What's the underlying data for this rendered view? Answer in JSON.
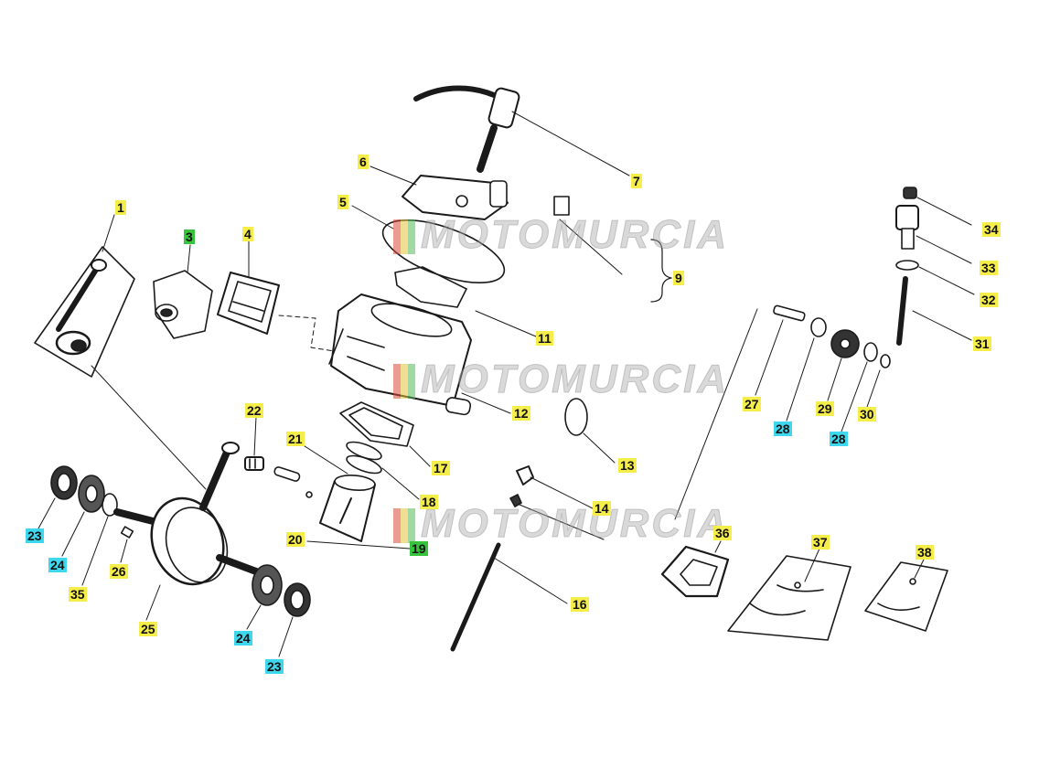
{
  "colors": {
    "yellow": "#f5ee4a",
    "cyan": "#3fd7ee",
    "green": "#37c43c",
    "ink": "#1a1a1a"
  },
  "watermark": {
    "text": "MOTOMURCIA",
    "stripe_colors": [
      "#d94a3a",
      "#e8c33a",
      "#55b855"
    ]
  },
  "labels": [
    {
      "id": "1",
      "text": "1",
      "tone": "yellow"
    },
    {
      "id": "3",
      "text": "3",
      "tone": "green"
    },
    {
      "id": "4",
      "text": "4",
      "tone": "yellow"
    },
    {
      "id": "5",
      "text": "5",
      "tone": "yellow"
    },
    {
      "id": "6",
      "text": "6",
      "tone": "yellow"
    },
    {
      "id": "7",
      "text": "7",
      "tone": "yellow"
    },
    {
      "id": "9",
      "text": "9",
      "tone": "yellow"
    },
    {
      "id": "11",
      "text": "11",
      "tone": "yellow"
    },
    {
      "id": "12",
      "text": "12",
      "tone": "yellow"
    },
    {
      "id": "13",
      "text": "13",
      "tone": "yellow"
    },
    {
      "id": "14",
      "text": "14",
      "tone": "yellow"
    },
    {
      "id": "16",
      "text": "16",
      "tone": "yellow"
    },
    {
      "id": "17",
      "text": "17",
      "tone": "yellow"
    },
    {
      "id": "18",
      "text": "18",
      "tone": "yellow"
    },
    {
      "id": "19",
      "text": "19",
      "tone": "green"
    },
    {
      "id": "20",
      "text": "20",
      "tone": "yellow"
    },
    {
      "id": "21",
      "text": "21",
      "tone": "yellow"
    },
    {
      "id": "22",
      "text": "22",
      "tone": "yellow"
    },
    {
      "id": "23a",
      "text": "23",
      "tone": "cyan"
    },
    {
      "id": "24a",
      "text": "24",
      "tone": "cyan"
    },
    {
      "id": "35",
      "text": "35",
      "tone": "yellow"
    },
    {
      "id": "26",
      "text": "26",
      "tone": "yellow"
    },
    {
      "id": "25",
      "text": "25",
      "tone": "yellow"
    },
    {
      "id": "24b",
      "text": "24",
      "tone": "cyan"
    },
    {
      "id": "23b",
      "text": "23",
      "tone": "cyan"
    },
    {
      "id": "27",
      "text": "27",
      "tone": "yellow"
    },
    {
      "id": "28a",
      "text": "28",
      "tone": "cyan"
    },
    {
      "id": "29",
      "text": "29",
      "tone": "yellow"
    },
    {
      "id": "28b",
      "text": "28",
      "tone": "cyan"
    },
    {
      "id": "30",
      "text": "30",
      "tone": "yellow"
    },
    {
      "id": "31",
      "text": "31",
      "tone": "yellow"
    },
    {
      "id": "32",
      "text": "32",
      "tone": "yellow"
    },
    {
      "id": "33",
      "text": "33",
      "tone": "yellow"
    },
    {
      "id": "34",
      "text": "34",
      "tone": "yellow"
    },
    {
      "id": "36",
      "text": "36",
      "tone": "yellow"
    },
    {
      "id": "37",
      "text": "37",
      "tone": "yellow"
    },
    {
      "id": "38",
      "text": "38",
      "tone": "yellow"
    }
  ]
}
